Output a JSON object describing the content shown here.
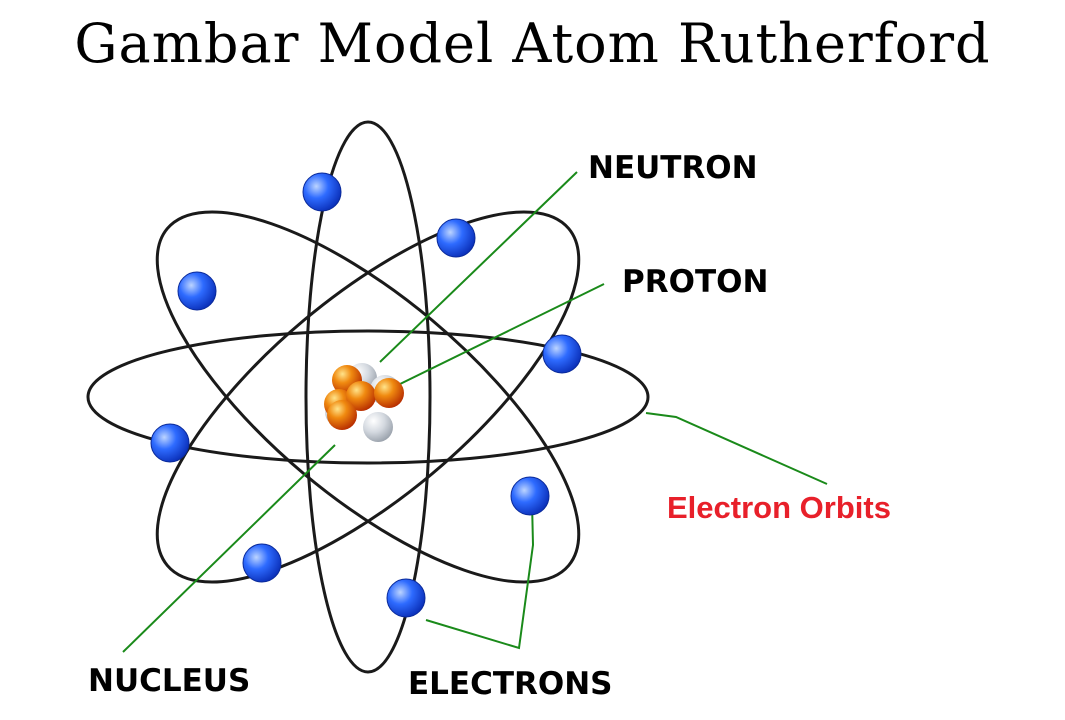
{
  "title": "Gambar Model Atom Rutherford",
  "labels": {
    "neutron": "NEUTRON",
    "proton": "PROTON",
    "electron_orbits": "Electron Orbits",
    "nucleus": "NUCLEUS",
    "electrons": "ELECTRONS"
  },
  "colors": {
    "orbit": "#1a1a1a",
    "electron": "#1f5fff",
    "proton": "#d86a00",
    "neutron": "#c8ced6",
    "leader_line": "#1a8a1a",
    "orbits_label": "#e8202a"
  }
}
